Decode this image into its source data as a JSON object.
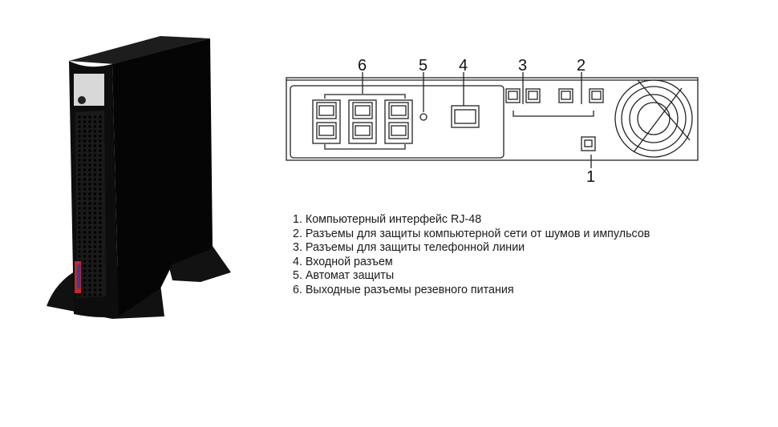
{
  "callouts": {
    "n1": "1",
    "n2": "2",
    "n3": "3",
    "n4": "4",
    "n5": "5",
    "n6": "6"
  },
  "legend": [
    "1. Компьютерный интерфейс RJ-48",
    "2. Разъемы для защиты компьютерной сети от шумов и импульсов",
    "3. Разъемы для защиты телефонной линии",
    "4. Входной разъем",
    "5. Автомат защиты",
    "6. Выходные разъемы резевного питания"
  ],
  "colors": {
    "ups_body": "#0b0b0b",
    "line_art": "#222222",
    "logo": "#c0282d"
  }
}
